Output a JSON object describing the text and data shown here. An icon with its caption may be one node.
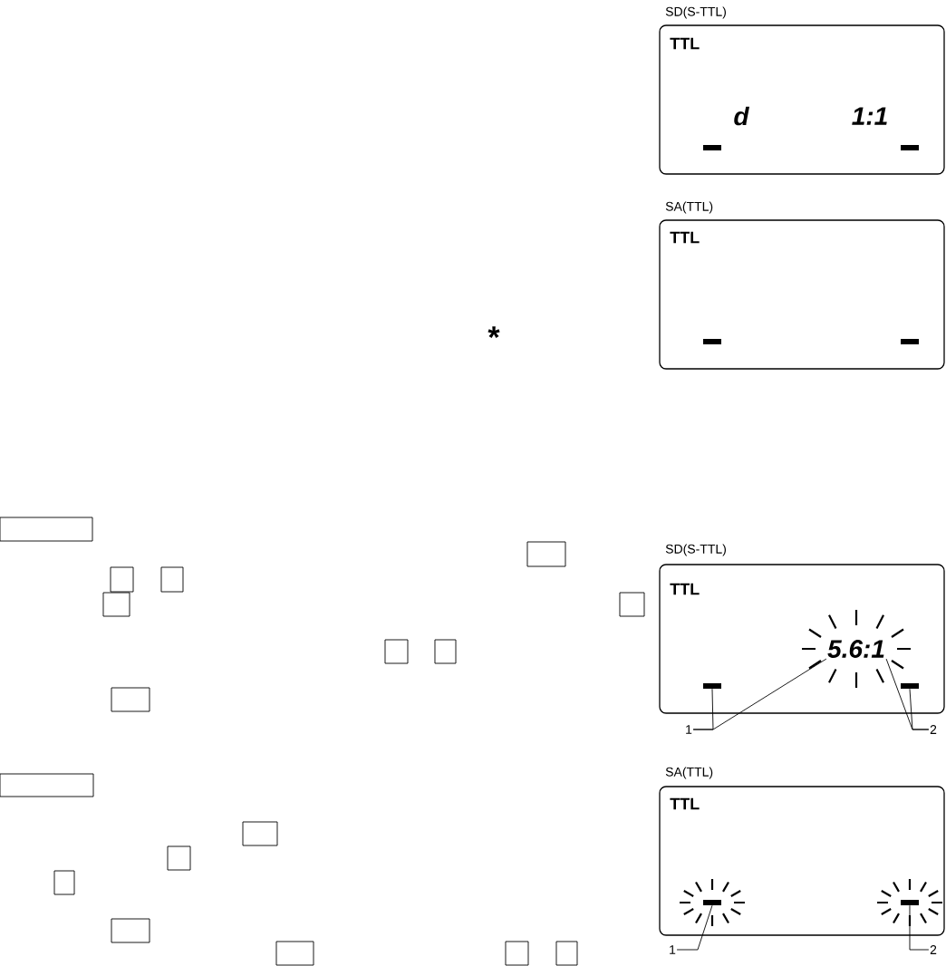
{
  "diagram": {
    "nodes": [
      {
        "text": [
          "SD(S-TTL)",
          "TTL",
          "d",
          "1:1"
        ]
      },
      {
        "text": [
          "SA(TTL)",
          "TTL"
        ]
      },
      {
        "text": [
          "SD(S-TTL)",
          "TTL"
        ]
      },
      {
        "text": [],
        "shape": "bar",
        "in": 2
      },
      {
        "text": [],
        "shape": "bar",
        "in": 2
      },
      {
        "text": [
          "1"
        ]
      },
      {
        "text": [
          "2"
        ]
      },
      {
        "text": [
          "SA(TTL)",
          "TTL"
        ]
      },
      {
        "text": [],
        "shape": "bar",
        "in": 7
      },
      {
        "text": [],
        "shape": "bar",
        "in": 7
      },
      {
        "text": [
          "1"
        ]
      },
      {
        "text": [
          "2"
        ]
      },
      {
        "text": [],
        "shape": "box"
      },
      {
        "text": [],
        "shape": "box"
      },
      {
        "text": [],
        "shape": "box"
      },
      {
        "text": [],
        "shape": "box"
      },
      {
        "text": [],
        "shape": "box"
      },
      {
        "text": [],
        "shape": "box"
      },
      {
        "text": [],
        "shape": "box"
      },
      {
        "text": [],
        "shape": "box"
      },
      {
        "text": [],
        "shape": "box"
      },
      {
        "text": [],
        "shape": "box"
      },
      {
        "text": [],
        "shape": "box"
      },
      {
        "text": [],
        "shape": "box"
      },
      {
        "text": [],
        "shape": "box"
      },
      {
        "text": [],
        "shape": "box"
      },
      {
        "text": [],
        "shape": "box"
      },
      {
        "text": [],
        "shape": "box"
      },
      {
        "text": [],
        "shape": "box"
      },
      {
        "text": [
          "5.6:1"
        ],
        "in": 2
      }
    ],
    "edges": [
      {
        "from": 5,
        "to": 3,
        "arrow": "none"
      },
      {
        "from": 5,
        "to": 29,
        "arrow": "none"
      },
      {
        "from": 6,
        "to": 29,
        "arrow": "none"
      },
      {
        "from": 6,
        "to": 4,
        "arrow": "none"
      },
      {
        "from": 10,
        "to": 8,
        "arrow": "none"
      },
      {
        "from": 11,
        "to": 9,
        "arrow": "none"
      }
    ],
    "labels": [
      "*"
    ]
  }
}
